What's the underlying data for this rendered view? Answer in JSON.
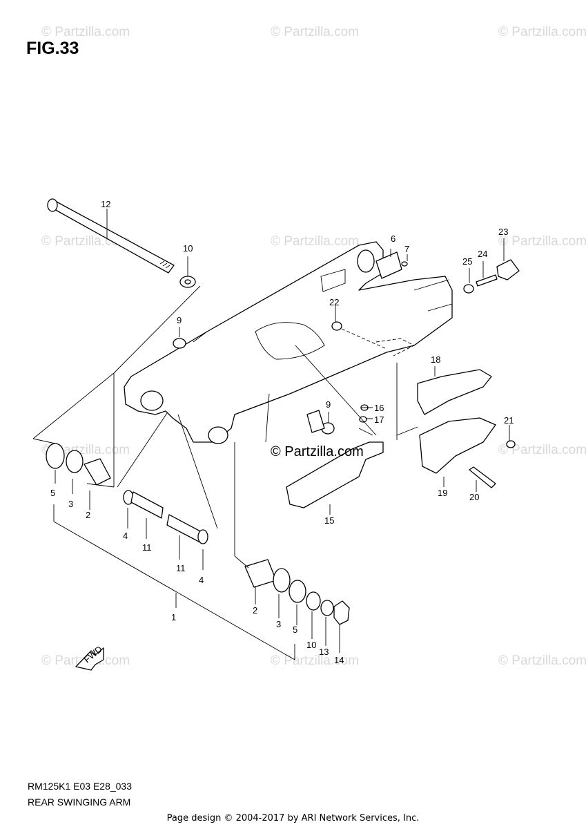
{
  "figure": {
    "title": "FIG.33",
    "model_code": "RM125K1 E03 E28_033",
    "name": "REAR SWINGING ARM"
  },
  "footer": "Page design © 2004-2017 by ARI Network Services, Inc.",
  "watermark": {
    "text": "© Partzilla.com",
    "main_text": "© Partzilla.com",
    "color": "#d8d8d8"
  },
  "fwd_badge": "FWD",
  "callouts": {
    "c1": "1",
    "c2a": "2",
    "c2b": "2",
    "c3a": "3",
    "c3b": "3",
    "c4a": "4",
    "c4b": "4",
    "c5a": "5",
    "c5b": "5",
    "c6": "6",
    "c7": "7",
    "c9a": "9",
    "c9b": "9",
    "c10a": "10",
    "c10b": "10",
    "c11a": "11",
    "c11b": "11",
    "c12": "12",
    "c13": "13",
    "c14": "14",
    "c15": "15",
    "c16": "16",
    "c17": "17",
    "c18": "18",
    "c19": "19",
    "c20": "20",
    "c21": "21",
    "c22": "22",
    "c23": "23",
    "c24": "24",
    "c25": "25"
  }
}
